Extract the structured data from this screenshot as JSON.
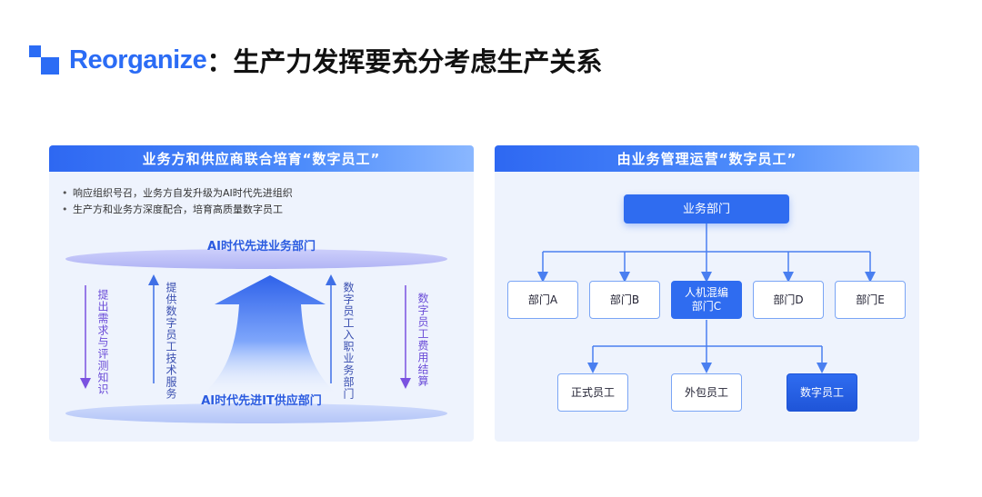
{
  "header": {
    "title_en": "Reorganize",
    "title_sep": "：",
    "title_zh": "生产力发挥要充分考虑生产关系"
  },
  "left_panel": {
    "heading": "业务方和供应商联合培育“数字员工”",
    "bullets": [
      "响应组织号召，业务方自发升级为AI时代先进组织",
      "生产方和业务方深度配合，培育高质量数字员工"
    ],
    "top_band": "AI时代先进业务部门",
    "bottom_band": "AI时代先进IT供应部门",
    "flows": {
      "down_left": "提出需求与评测知识",
      "up_left": "提供数字员工技术服务",
      "up_right": "数字员工入职业务部门",
      "down_right": "数字员工费用结算"
    }
  },
  "right_panel": {
    "heading": "由业务管理运营“数字员工”",
    "root": "业务部门",
    "departments": [
      "部门A",
      "部门B",
      "人机混编部门C",
      "部门D",
      "部门E"
    ],
    "mixed_dept_lines": [
      "人机混编",
      "部门C"
    ],
    "staff": [
      "正式员工",
      "外包员工",
      "数字员工"
    ]
  },
  "colors": {
    "brand_blue": "#2b6cf5",
    "purple_arrow": "#7a52e0",
    "blue_arrow": "#3f6fe6",
    "panel_bg": "#eef3fd"
  }
}
